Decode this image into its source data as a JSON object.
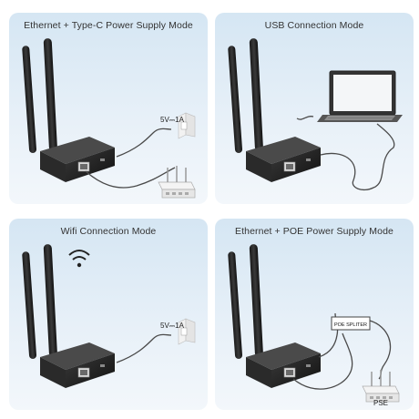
{
  "panels": [
    {
      "title": "Ethernet + Type-C Power Supply Mode",
      "power_label": "5V⎓1A"
    },
    {
      "title": "USB Connection Mode"
    },
    {
      "title": "Wifi Connection Mode",
      "power_label": "5V⎓1A"
    },
    {
      "title": "Ethernet + POE Power Supply Mode",
      "splitter_label": "POE SPLITER",
      "pse_label": "PSE"
    }
  ],
  "colors": {
    "panel_bg": "#dbe9f5",
    "device": "#222222",
    "cable": "#4a4a4a"
  },
  "icons": [
    "antenna-icon",
    "router-device-icon",
    "wall-socket-icon",
    "network-switch-icon",
    "laptop-icon",
    "wifi-icon",
    "poe-splitter-icon"
  ]
}
